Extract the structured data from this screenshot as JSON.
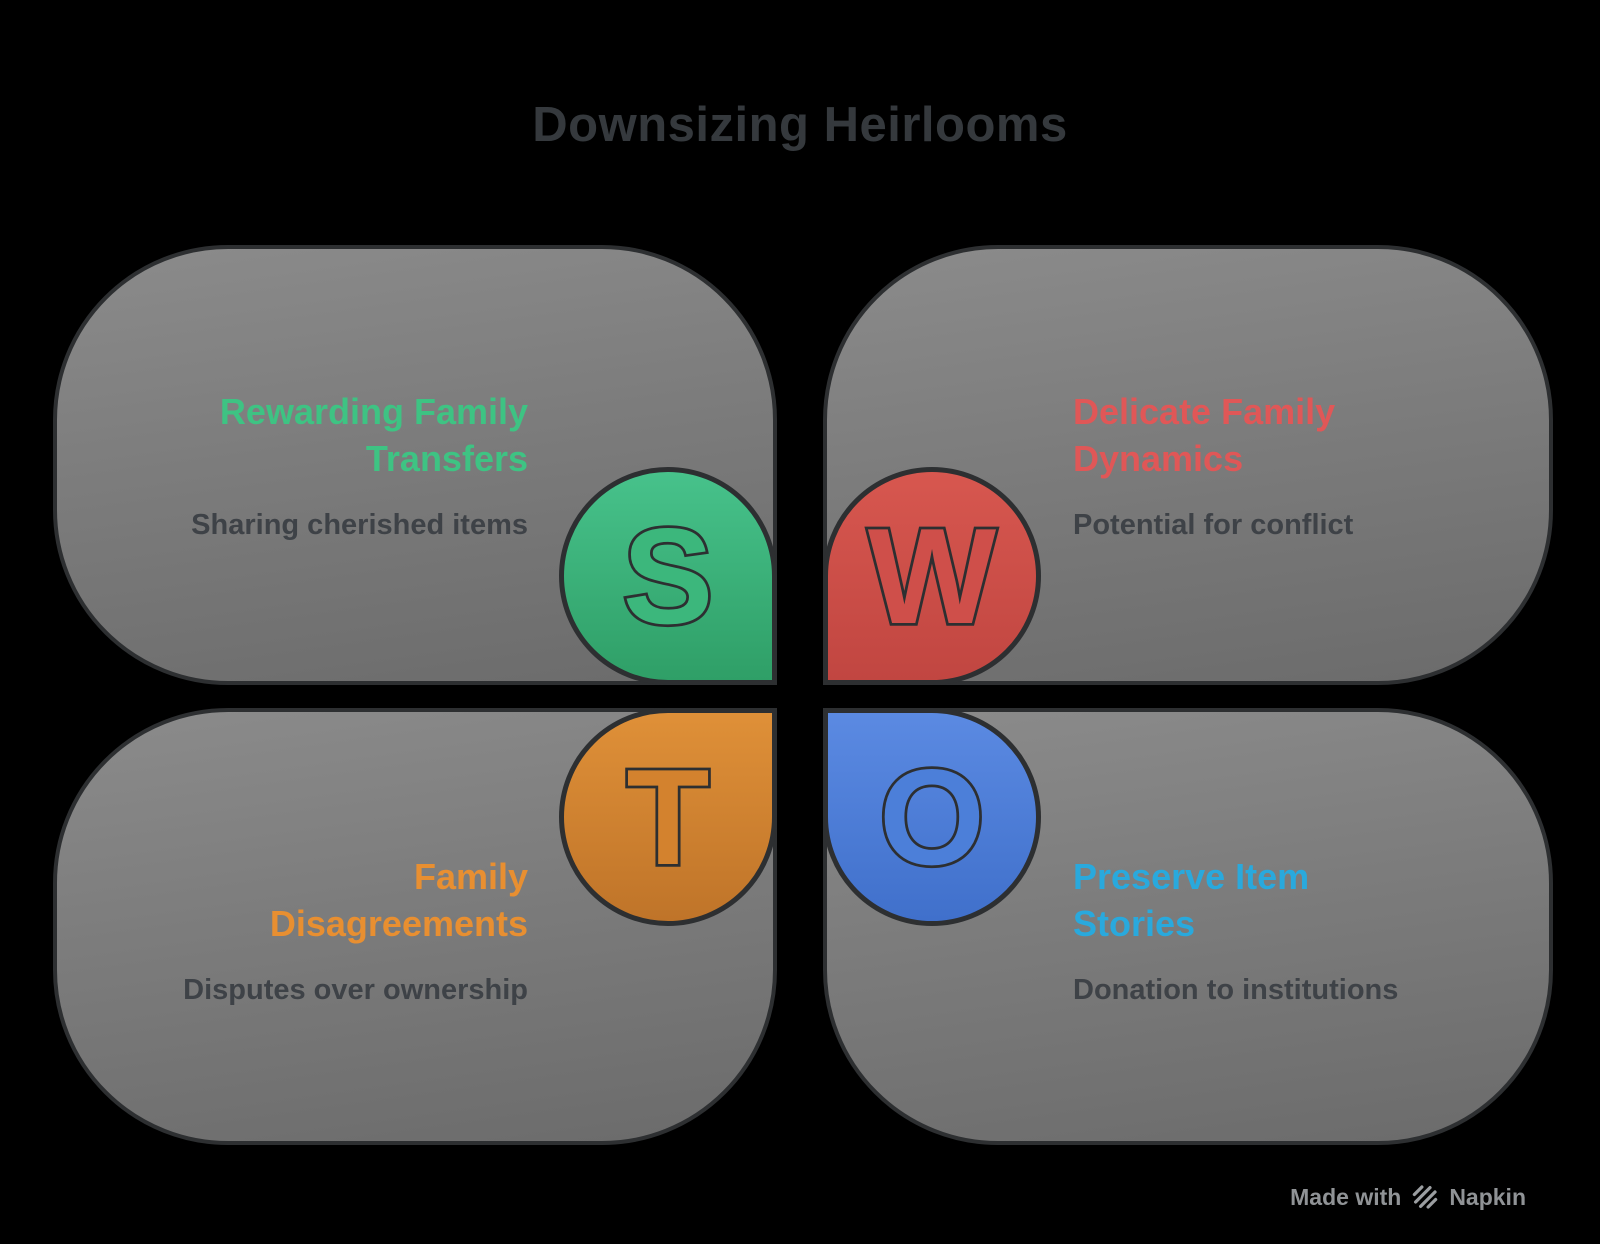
{
  "title": "Downsizing Heirlooms",
  "diagram_type": "SWOT quadrant diagram",
  "quadrants": [
    {
      "id": "strengths",
      "letter": "S",
      "heading": "Rewarding Family\nTransfers",
      "subtitle": "Sharing cherished items",
      "heading_color": "#3ec383",
      "badge_color": "#3cb77c",
      "position": "top-left"
    },
    {
      "id": "weaknesses",
      "letter": "W",
      "heading": "Delicate Family\nDynamics",
      "subtitle": "Potential for conflict",
      "heading_color": "#e05757",
      "badge_color": "#cf4f4a",
      "position": "top-right"
    },
    {
      "id": "threats",
      "letter": "T",
      "heading": "Family\nDisagreements",
      "subtitle": "Disputes over ownership",
      "heading_color": "#e88f31",
      "badge_color": "#d3822e",
      "position": "bottom-left"
    },
    {
      "id": "opportunities",
      "letter": "O",
      "heading": "Preserve Item\nStories",
      "subtitle": "Donation to institutions",
      "heading_color": "#29a9dd",
      "badge_color": "#4c7fd9",
      "position": "bottom-right"
    }
  ],
  "watermark": {
    "label": "Made with",
    "brand": "Napkin",
    "icon": "napkin-logo-icon",
    "color": "#909396"
  },
  "colors": {
    "background": "#000000",
    "panel_top": "#8b8b8b",
    "panel_bottom": "#6b6b6b",
    "outline": "#2d2f31",
    "title_text": "#35393d",
    "subtitle_text": "#3e4247"
  }
}
